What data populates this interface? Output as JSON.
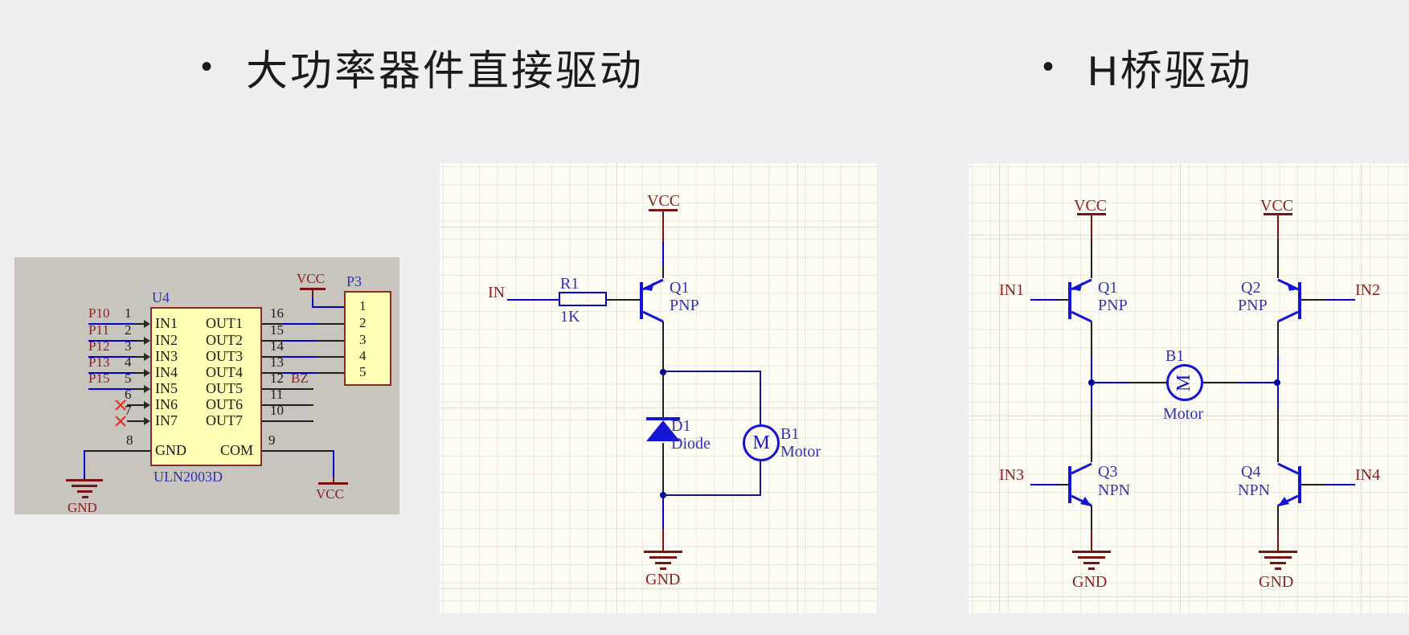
{
  "titles": {
    "left": {
      "bullet": "•",
      "text": "大功率器件直接驱动"
    },
    "right": {
      "bullet": "•",
      "text": "H桥驱动"
    }
  },
  "uln": {
    "u_designator": "U4",
    "u_part": "ULN2003D",
    "rows_left": [
      {
        "net": "P10",
        "num": "1",
        "name": "IN1"
      },
      {
        "net": "P11",
        "num": "2",
        "name": "IN2"
      },
      {
        "net": "P12",
        "num": "3",
        "name": "IN3"
      },
      {
        "net": "P13",
        "num": "4",
        "name": "IN4"
      },
      {
        "net": "P15",
        "num": "5",
        "name": "IN5"
      },
      {
        "net": "",
        "num": "6",
        "name": "IN6"
      },
      {
        "net": "",
        "num": "7",
        "name": "IN7"
      }
    ],
    "rows_right": [
      {
        "num": "16",
        "name": "OUT1",
        "net": ""
      },
      {
        "num": "15",
        "name": "OUT2",
        "net": ""
      },
      {
        "num": "14",
        "name": "OUT3",
        "net": ""
      },
      {
        "num": "13",
        "name": "OUT4",
        "net": ""
      },
      {
        "num": "12",
        "name": "OUT5",
        "net": "BZ"
      },
      {
        "num": "11",
        "name": "OUT6",
        "net": ""
      },
      {
        "num": "10",
        "name": "OUT7",
        "net": ""
      }
    ],
    "gnd_pin": {
      "num": "8",
      "name": "GND"
    },
    "com_pin": {
      "num": "9",
      "name": "COM"
    },
    "p3": {
      "designator": "P3",
      "pins": [
        "1",
        "2",
        "3",
        "4",
        "5"
      ]
    },
    "vcc_top": "VCC",
    "vcc_bottom": "VCC",
    "gnd_bottom": "GND"
  },
  "driver": {
    "vcc": "VCC",
    "gnd": "GND",
    "in": "IN",
    "r1": "R1",
    "r1_value": "1K",
    "q1": "Q1",
    "q1_type": "PNP",
    "d1": "D1",
    "d1_type": "Diode",
    "b1": "B1",
    "b1_type": "Motor",
    "motor_letter": "M"
  },
  "hbridge": {
    "vcc_left": "VCC",
    "vcc_right": "VCC",
    "gnd_left": "GND",
    "gnd_right": "GND",
    "in1": "IN1",
    "in2": "IN2",
    "in3": "IN3",
    "in4": "IN4",
    "q1": "Q1",
    "q1_type": "PNP",
    "q2": "Q2",
    "q2_type": "PNP",
    "q3": "Q3",
    "q3_type": "NPN",
    "q4": "Q4",
    "q4_type": "NPN",
    "b1": "B1",
    "b1_type": "Motor",
    "motor_letter": "M"
  },
  "colors": {
    "page_bg": "#EFEFEF",
    "panel_grey": "#C7C5BE",
    "panel_cream": "#FDFCF4",
    "chip_fill": "#FFFFB5",
    "chip_border": "#8B2A2A",
    "wire_blue": "#0000C8",
    "symbol_blue": "#1414D2",
    "designator_blue": "#3232B4",
    "net_dark_red": "#8C1E1E",
    "power_dark_red": "#7A1414",
    "pin_black": "#1F1F1F",
    "no_connect_red": "#E03030"
  }
}
